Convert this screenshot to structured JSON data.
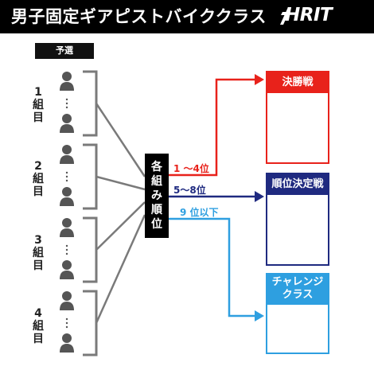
{
  "header": {
    "title": "男子固定ギアピストバイククラス",
    "logo_text": "HRIT"
  },
  "qualifying": {
    "tag": "予選",
    "groups": [
      {
        "num": "1",
        "ch1": "組",
        "ch2": "目"
      },
      {
        "num": "2",
        "ch1": "組",
        "ch2": "目"
      },
      {
        "num": "3",
        "ch1": "組",
        "ch2": "目"
      },
      {
        "num": "4",
        "ch1": "組",
        "ch2": "目"
      }
    ]
  },
  "rank_box": {
    "chars": [
      "各",
      "組",
      "み",
      "順",
      "位"
    ]
  },
  "edges": {
    "red": "1 〜4位",
    "navy": "5〜8位",
    "blue": "9 位以下"
  },
  "finals": [
    {
      "title": "決勝戦",
      "color": "#e8221b"
    },
    {
      "title": "順位決定戦",
      "color": "#1f2a80"
    },
    {
      "title": "チャレンジ\nクラス",
      "color": "#2e9fe0"
    }
  ],
  "colors": {
    "red": "#e8221b",
    "navy": "#1f2a80",
    "blue": "#2e9fe0",
    "gray": "#555555",
    "line": "#7a7a7a"
  }
}
